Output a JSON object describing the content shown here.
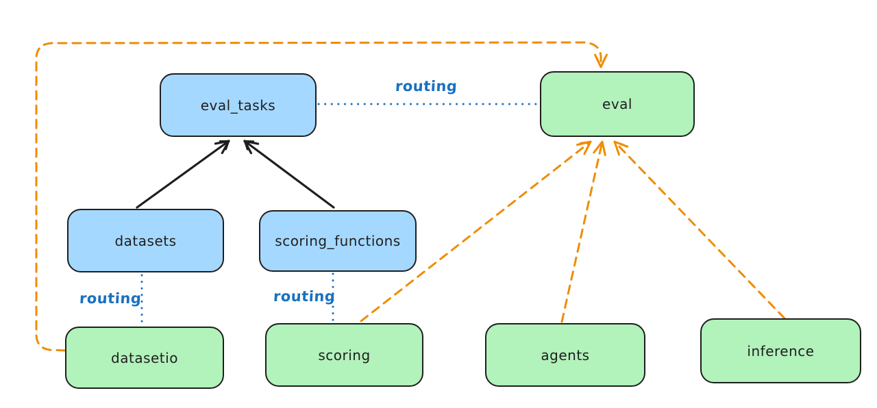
{
  "diagram": {
    "type": "architecture-diagram",
    "background": "#ffffff",
    "colors": {
      "node_blue_fill": "#a5d8ff",
      "node_green_fill": "#b2f2bb",
      "node_border": "#1e1e1e",
      "edge_black": "#1e1e1e",
      "edge_orange": "#f08c00",
      "edge_blue": "#1971c2",
      "label_text": "#1e1e1e"
    },
    "nodes": [
      {
        "id": "eval_tasks",
        "label": "eval_tasks",
        "color": "blue"
      },
      {
        "id": "eval",
        "label": "eval",
        "color": "green"
      },
      {
        "id": "datasets",
        "label": "datasets",
        "color": "blue"
      },
      {
        "id": "scoring_functions",
        "label": "scoring_functions",
        "color": "blue"
      },
      {
        "id": "datasetio",
        "label": "datasetio",
        "color": "green"
      },
      {
        "id": "scoring",
        "label": "scoring",
        "color": "green"
      },
      {
        "id": "agents",
        "label": "agents",
        "color": "green"
      },
      {
        "id": "inference",
        "label": "inference",
        "color": "green"
      }
    ],
    "edge_labels": {
      "routing_top": {
        "text": "routing"
      },
      "routing_datasets": {
        "text": "routing"
      },
      "routing_scoring": {
        "text": "routing"
      }
    },
    "edges": [
      {
        "from": "datasets",
        "to": "eval_tasks",
        "style": "solid-black-arrow"
      },
      {
        "from": "scoring_functions",
        "to": "eval_tasks",
        "style": "solid-black-arrow"
      },
      {
        "from": "eval_tasks",
        "to": "eval",
        "style": "dotted-blue",
        "label": "routing"
      },
      {
        "from": "datasets",
        "to": "datasetio",
        "style": "dotted-blue",
        "label": "routing"
      },
      {
        "from": "scoring_functions",
        "to": "scoring",
        "style": "dotted-blue",
        "label": "routing"
      },
      {
        "from": "datasetio",
        "to": "eval",
        "style": "dashed-orange-arrow",
        "route": "left-and-over-top"
      },
      {
        "from": "scoring",
        "to": "eval",
        "style": "dashed-orange-arrow"
      },
      {
        "from": "agents",
        "to": "eval",
        "style": "dashed-orange-arrow"
      },
      {
        "from": "inference",
        "to": "eval",
        "style": "dashed-orange-arrow"
      }
    ]
  }
}
